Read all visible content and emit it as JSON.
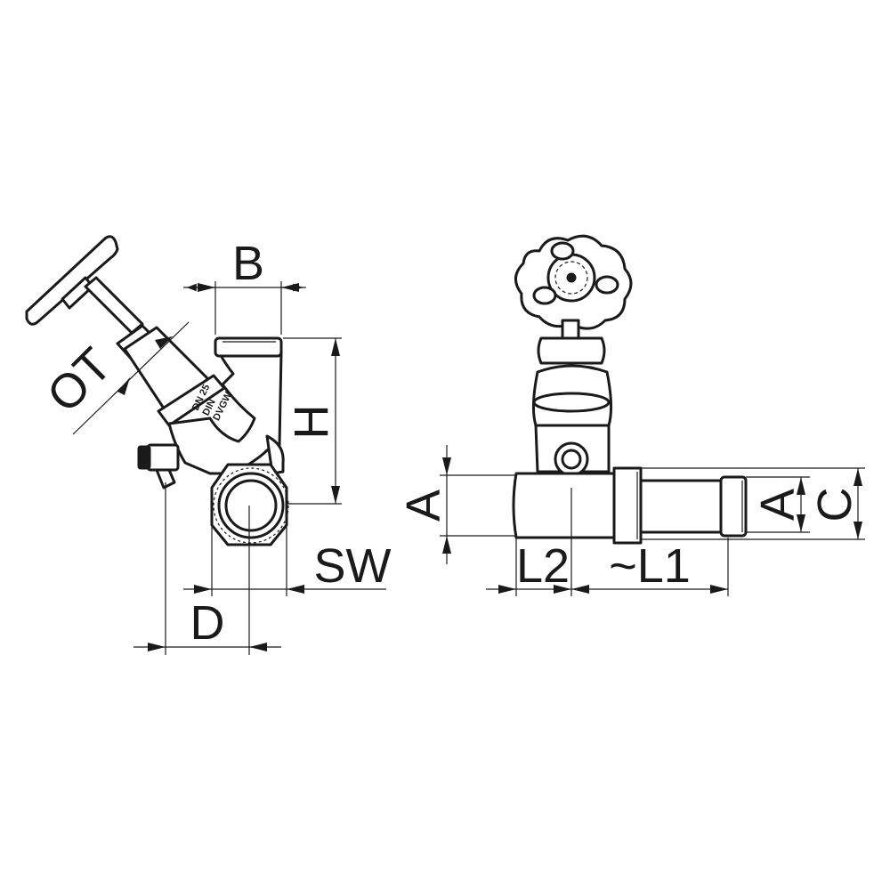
{
  "dimensions": {
    "side_view": {
      "b": "B",
      "h": "H",
      "ot": "OT",
      "sw": "SW",
      "d": "D"
    },
    "front_view": {
      "a_left": "A",
      "l2": "L2",
      "l1": "~L1",
      "a_right": "A",
      "c": "C"
    }
  },
  "body_stamp": {
    "line1": "DN 25",
    "line2": "DIN",
    "line3": "DVGW"
  },
  "colors": {
    "line": "#1a1a1a",
    "background": "#ffffff"
  }
}
